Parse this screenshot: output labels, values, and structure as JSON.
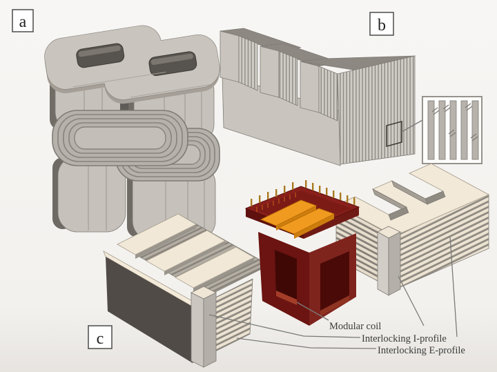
{
  "figure": {
    "type": "3d-exploded-assembly-figure",
    "panel_labels": {
      "a": "a",
      "b": "b",
      "c": "c"
    },
    "annotations": {
      "modular_coil": "Modular coil",
      "interlocking_i_profile": "Interlocking I-profile",
      "interlocking_e_profile": "Interlocking E-profile"
    }
  },
  "colors": {
    "background": "#f6f5f3",
    "background_bottom": "#e9e6e2",
    "core_gray": "#c9c5be",
    "core_gray_dark_top": "#8e8882",
    "core_shadow": "#6b6660",
    "lamination_stripe_bg": "#cfccc5",
    "lamination_stripe_line": "#8d8983",
    "stack_cream": "#f2e9d8",
    "stack_band_line": "#8f8a81",
    "stack_front_dark": "#514b47",
    "i_profile_gray": "#cbc7c0",
    "coil_maroon_top": "#8a201b",
    "coil_maroon_body": "#6b1411",
    "coil_maroon_right": "#7f241d",
    "coil_window_dark": "#400805",
    "winding_orange": "#f09b20",
    "pin_tan": "#a9791f",
    "leader_line": "#7a7a78",
    "label_text": "#3b3b3b"
  }
}
